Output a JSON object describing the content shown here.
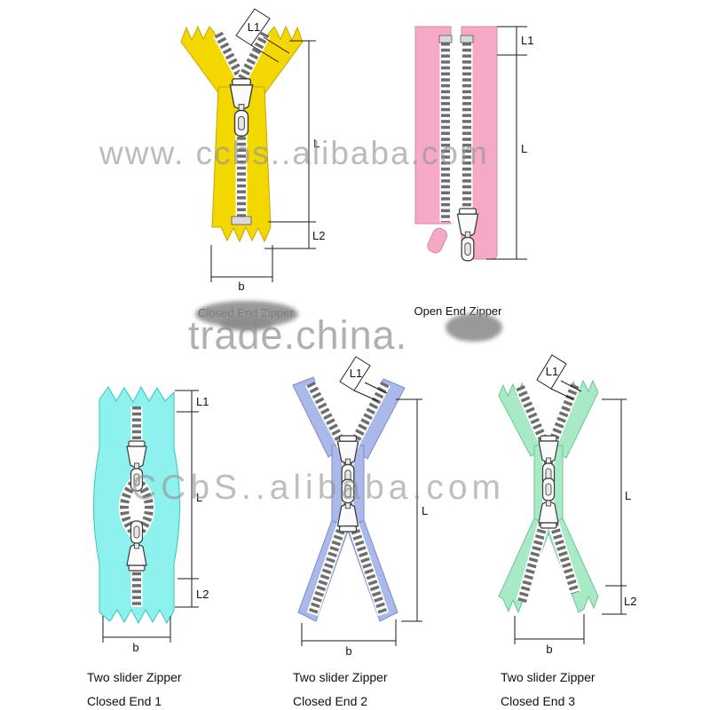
{
  "top_row": {
    "closed_end": {
      "caption": "Closed End Zipper",
      "tape_color": "#f3d800",
      "labels": {
        "l1": "L1",
        "l": "L",
        "l2": "L2",
        "b": "b"
      }
    },
    "open_end": {
      "caption": "Open End Zipper",
      "tape_color": "#f6a9c6",
      "labels": {
        "l1": "L1",
        "l": "L"
      }
    }
  },
  "bottom_row": {
    "zipper1": {
      "caption_line1": "Two slider Zipper",
      "caption_line2": "Closed End 1",
      "tape_color": "#8df1ee",
      "labels": {
        "l1": "L1",
        "l": "L",
        "l2": "L2",
        "b": "b"
      }
    },
    "zipper2": {
      "caption_line1": "Two slider Zipper",
      "caption_line2": "Closed End 2",
      "tape_color": "#aab9e9",
      "labels": {
        "l1": "L1",
        "l": "L",
        "b": "b"
      }
    },
    "zipper3": {
      "caption_line1": "Two slider Zipper",
      "caption_line2": "Closed End 3",
      "tape_color": "#a7eac5",
      "labels": {
        "l1": "L1",
        "l": "L",
        "l2": "L2",
        "b": "b"
      }
    }
  },
  "watermarks": {
    "top": "www. ccbs..alibaba.com",
    "middle": "trade.china.",
    "bottom": "CCbS..alibaba.com"
  }
}
